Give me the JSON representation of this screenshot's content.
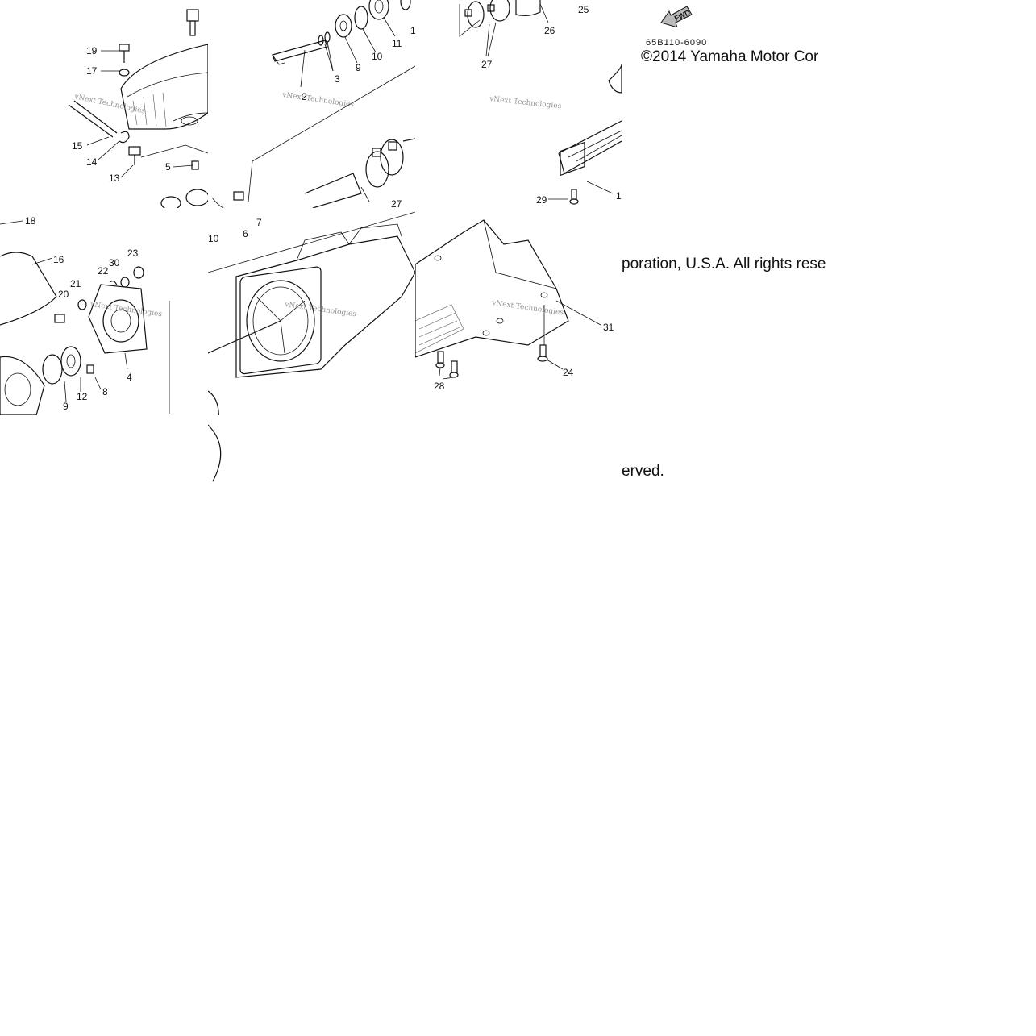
{
  "diagram": {
    "part_code": "65B110-6090",
    "fwd_label": "FWD",
    "watermark": "vNext Technologies",
    "copyright_part1": "©2014 Yamaha Motor Cor",
    "copyright_part2": "poration, U.S.A. All rights rese",
    "copyright_part3": "erved.",
    "callouts": {
      "t1": [
        "19",
        "17",
        "15",
        "14",
        "13",
        "5"
      ],
      "t2": [
        "3",
        "9",
        "10",
        "11",
        "1",
        "2",
        "10",
        "6",
        "7",
        "27"
      ],
      "t3": [
        "25",
        "26",
        "27",
        "29",
        "1"
      ],
      "t4": [
        "18",
        "16",
        "23",
        "30",
        "22",
        "21",
        "20",
        "4",
        "12",
        "8",
        "9"
      ],
      "t6": [
        "31",
        "24",
        "28"
      ]
    }
  }
}
